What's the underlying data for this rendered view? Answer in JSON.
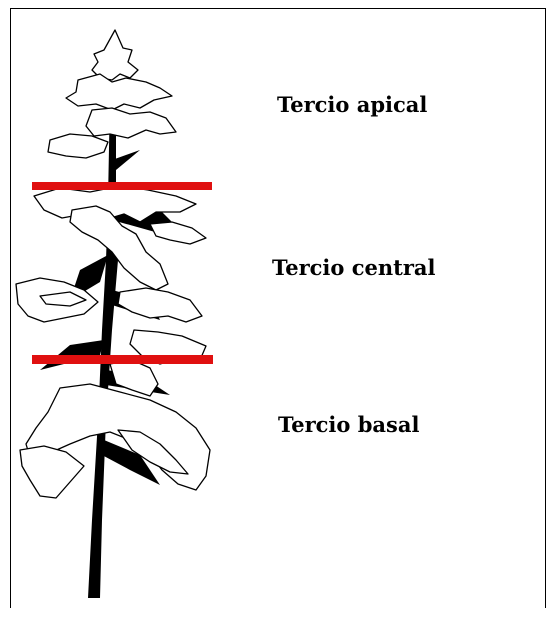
{
  "diagram": {
    "labels": {
      "apical": "Tercio apical",
      "central": "Tercio central",
      "basal": "Tercio basal"
    },
    "colors": {
      "divider": "#e01010",
      "trunk": "#000000",
      "foliage_fill": "#ffffff",
      "foliage_stroke": "#000000",
      "text": "#000000"
    }
  }
}
